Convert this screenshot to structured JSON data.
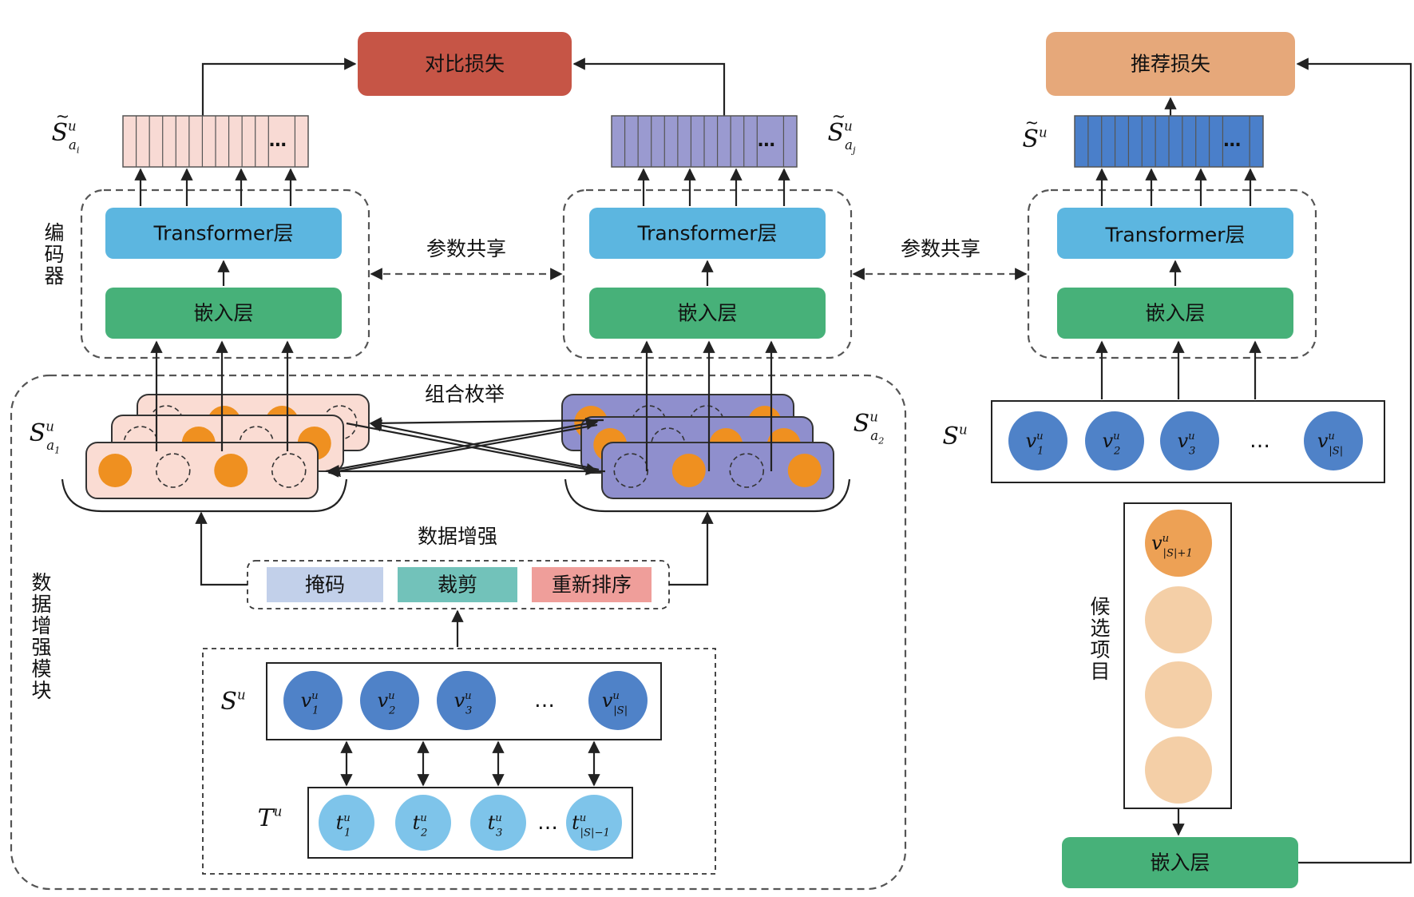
{
  "labels": {
    "contrastive_loss": "对比损失",
    "recommendation_loss": "推荐损失",
    "transformer_layer": "Transformer层",
    "embedding_layer": "嵌入层",
    "parameter_sharing": "参数共享",
    "encoder": "编码器",
    "combination_enumeration": "组合枚举",
    "data_augmentation": "数据增强",
    "data_augmentation_module": "数据增强模块",
    "candidate_items": "候选项目"
  },
  "augmentations": [
    {
      "label": "掩码",
      "color": "#c2d0ea"
    },
    {
      "label": "裁剪",
      "color": "#72c2ba"
    },
    {
      "label": "重新排序",
      "color": "#ef9e9a"
    }
  ],
  "math": {
    "s_tilde_ai": {
      "base": "S",
      "sup": "u",
      "sub": "a",
      "subsub": "i"
    },
    "s_tilde_aj": {
      "base": "S",
      "sup": "u",
      "sub": "a",
      "subsub": "j"
    },
    "s_tilde": {
      "base": "S",
      "sup": "u"
    },
    "s_a1": {
      "base": "S",
      "sup": "u",
      "sub": "a",
      "subsub": "1"
    },
    "s_a2": {
      "base": "S",
      "sup": "u",
      "sub": "a",
      "subsub": "2"
    },
    "s_u": {
      "base": "S",
      "sup": "u"
    },
    "t_u": {
      "base": "T",
      "sup": "u"
    }
  },
  "sequence_items": [
    {
      "base": "v",
      "sup": "u",
      "sub": "1"
    },
    {
      "base": "v",
      "sup": "u",
      "sub": "2"
    },
    {
      "base": "v",
      "sup": "u",
      "sub": "3"
    },
    {
      "base": "v",
      "sup": "u",
      "sub": "|S|"
    }
  ],
  "time_items": [
    {
      "base": "t",
      "sup": "u",
      "sub": "1"
    },
    {
      "base": "t",
      "sup": "u",
      "sub": "2"
    },
    {
      "base": "t",
      "sup": "u",
      "sub": "3"
    },
    {
      "base": "t",
      "sup": "u",
      "sub": "|S|−1"
    }
  ],
  "candidate_first": {
    "base": "v",
    "sup": "u",
    "sub": "|S|+1"
  },
  "ellipsis": "…",
  "colors": {
    "contrastive_loss": "#c65546",
    "recommendation_loss": "#e6a87a",
    "transformer": "#5cb6e0",
    "embedding": "#47b179",
    "vector_pink": "#f8dad4",
    "vector_purple": "#9a9ad0",
    "vector_blue": "#4a7fca",
    "item_dark_blue": "#4f82c8",
    "item_light_blue": "#7ec4ea",
    "orange": "#ef9020",
    "candidate_orange": "#eda155",
    "candidate_light": "#f4cfa7",
    "pink_card": "#fadcd3",
    "purple_card": "#8f8fcd",
    "module_bg": "#e9edf6"
  }
}
